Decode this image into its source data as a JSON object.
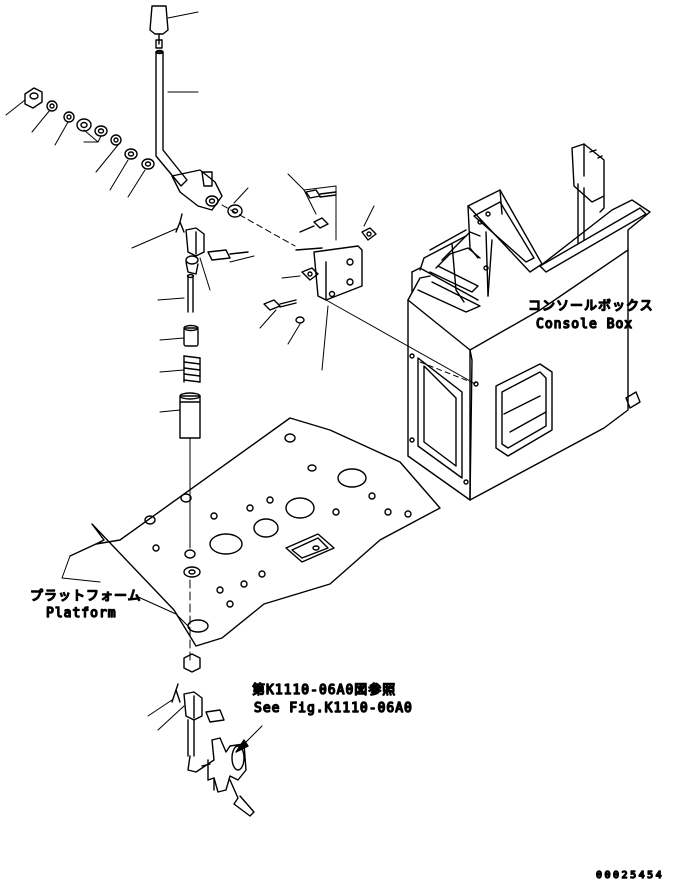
{
  "labels": {
    "console_box_jp": "コンソールボックス",
    "console_box_en": "Console Box",
    "platform_jp": "プラットフォーム",
    "platform_en": "Platform",
    "ref_jp": "第K1110-06A0図参照",
    "ref_en": "See Fig.K1110-06A0"
  },
  "drawing_number": "00025454",
  "colors": {
    "line": "#000000",
    "background": "#ffffff"
  }
}
